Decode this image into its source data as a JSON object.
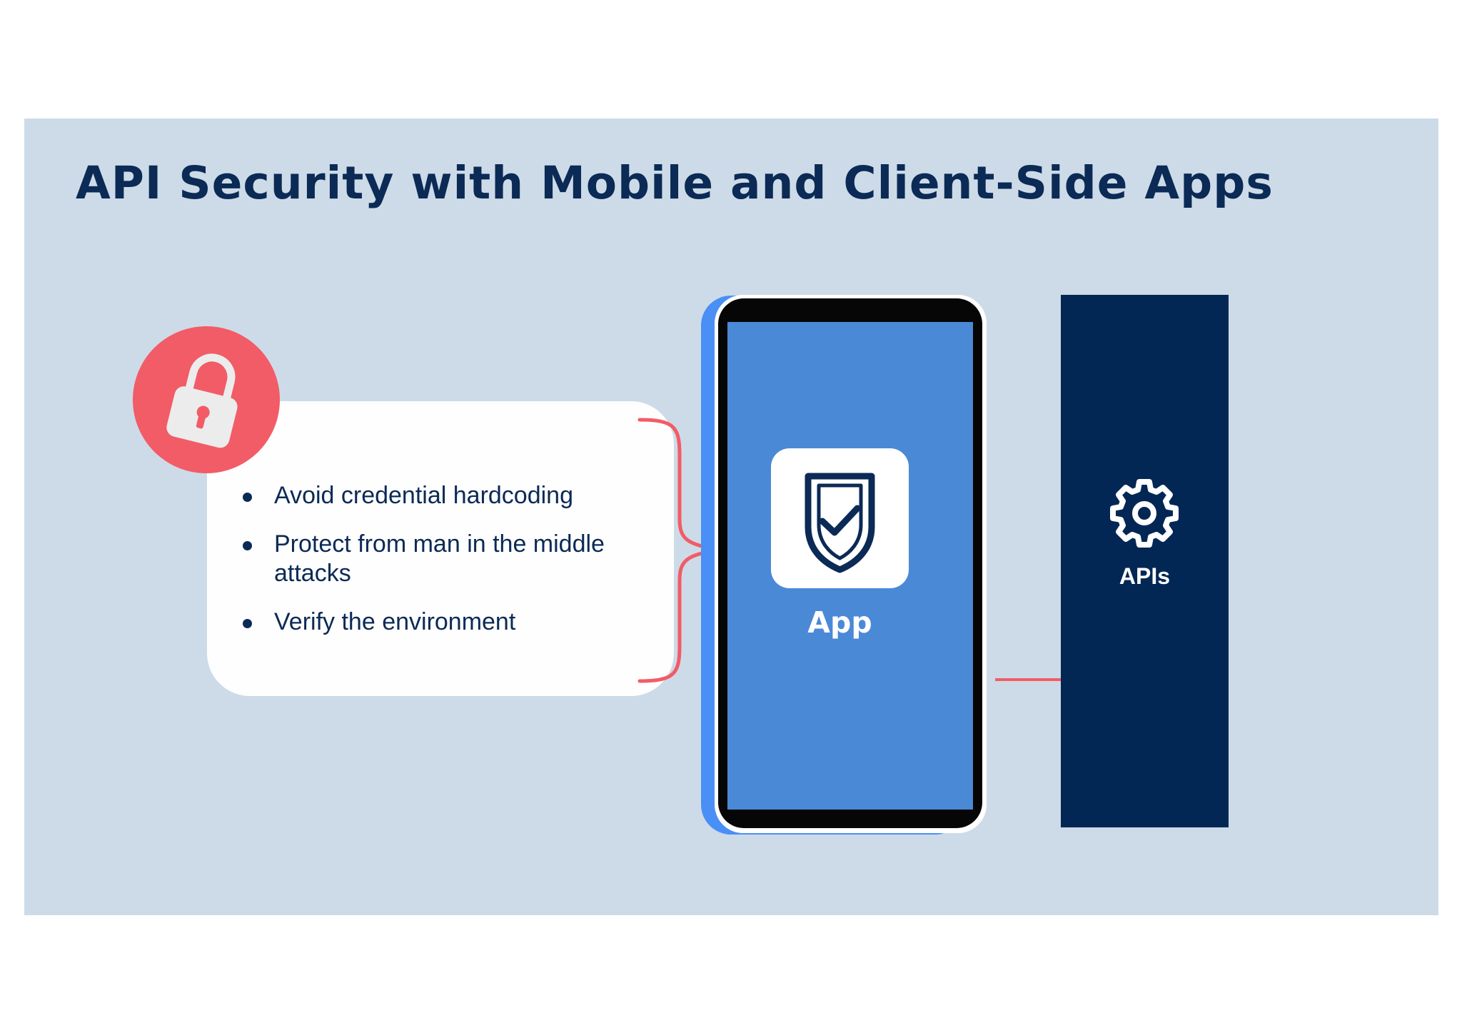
{
  "title": "API Security with Mobile and Client-Side Apps",
  "bullets": [
    "Avoid credential hardcoding",
    "Protect from man in the middle attacks",
    "Verify the environment"
  ],
  "app": {
    "label": "App",
    "icon": "shield-check-icon"
  },
  "apis": {
    "label": "APIs",
    "icon": "gear-icon"
  },
  "icons": {
    "lock": "lock-icon",
    "brace": "curly-brace",
    "arrow": "arrow-right-icon"
  },
  "colors": {
    "background": "#cddbe8",
    "navy": "#0b2a55",
    "api_panel": "#032755",
    "accent_red": "#f25c66",
    "screen_blue": "#4a89d6",
    "phone_edge": "#4a8ff5"
  }
}
